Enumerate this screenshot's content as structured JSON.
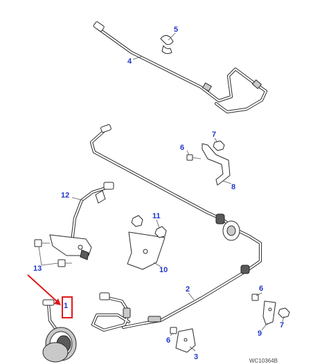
{
  "callouts": [
    {
      "id": "c1",
      "label": "1"
    },
    {
      "id": "c2",
      "label": "2"
    },
    {
      "id": "c3",
      "label": "3"
    },
    {
      "id": "c4",
      "label": "4"
    },
    {
      "id": "c5",
      "label": "5"
    },
    {
      "id": "c6a",
      "label": "6"
    },
    {
      "id": "c6b",
      "label": "6"
    },
    {
      "id": "c6c",
      "label": "6"
    },
    {
      "id": "c7a",
      "label": "7"
    },
    {
      "id": "c7b",
      "label": "7"
    },
    {
      "id": "c8",
      "label": "8"
    },
    {
      "id": "c9",
      "label": "9"
    },
    {
      "id": "c10",
      "label": "10"
    },
    {
      "id": "c11",
      "label": "11"
    },
    {
      "id": "c12",
      "label": "12"
    },
    {
      "id": "c13",
      "label": "13"
    }
  ],
  "highlight": {
    "target": "1",
    "color": "#e01818"
  },
  "callout_color": "#1f36c8",
  "drawing_ref": "WC10364B"
}
